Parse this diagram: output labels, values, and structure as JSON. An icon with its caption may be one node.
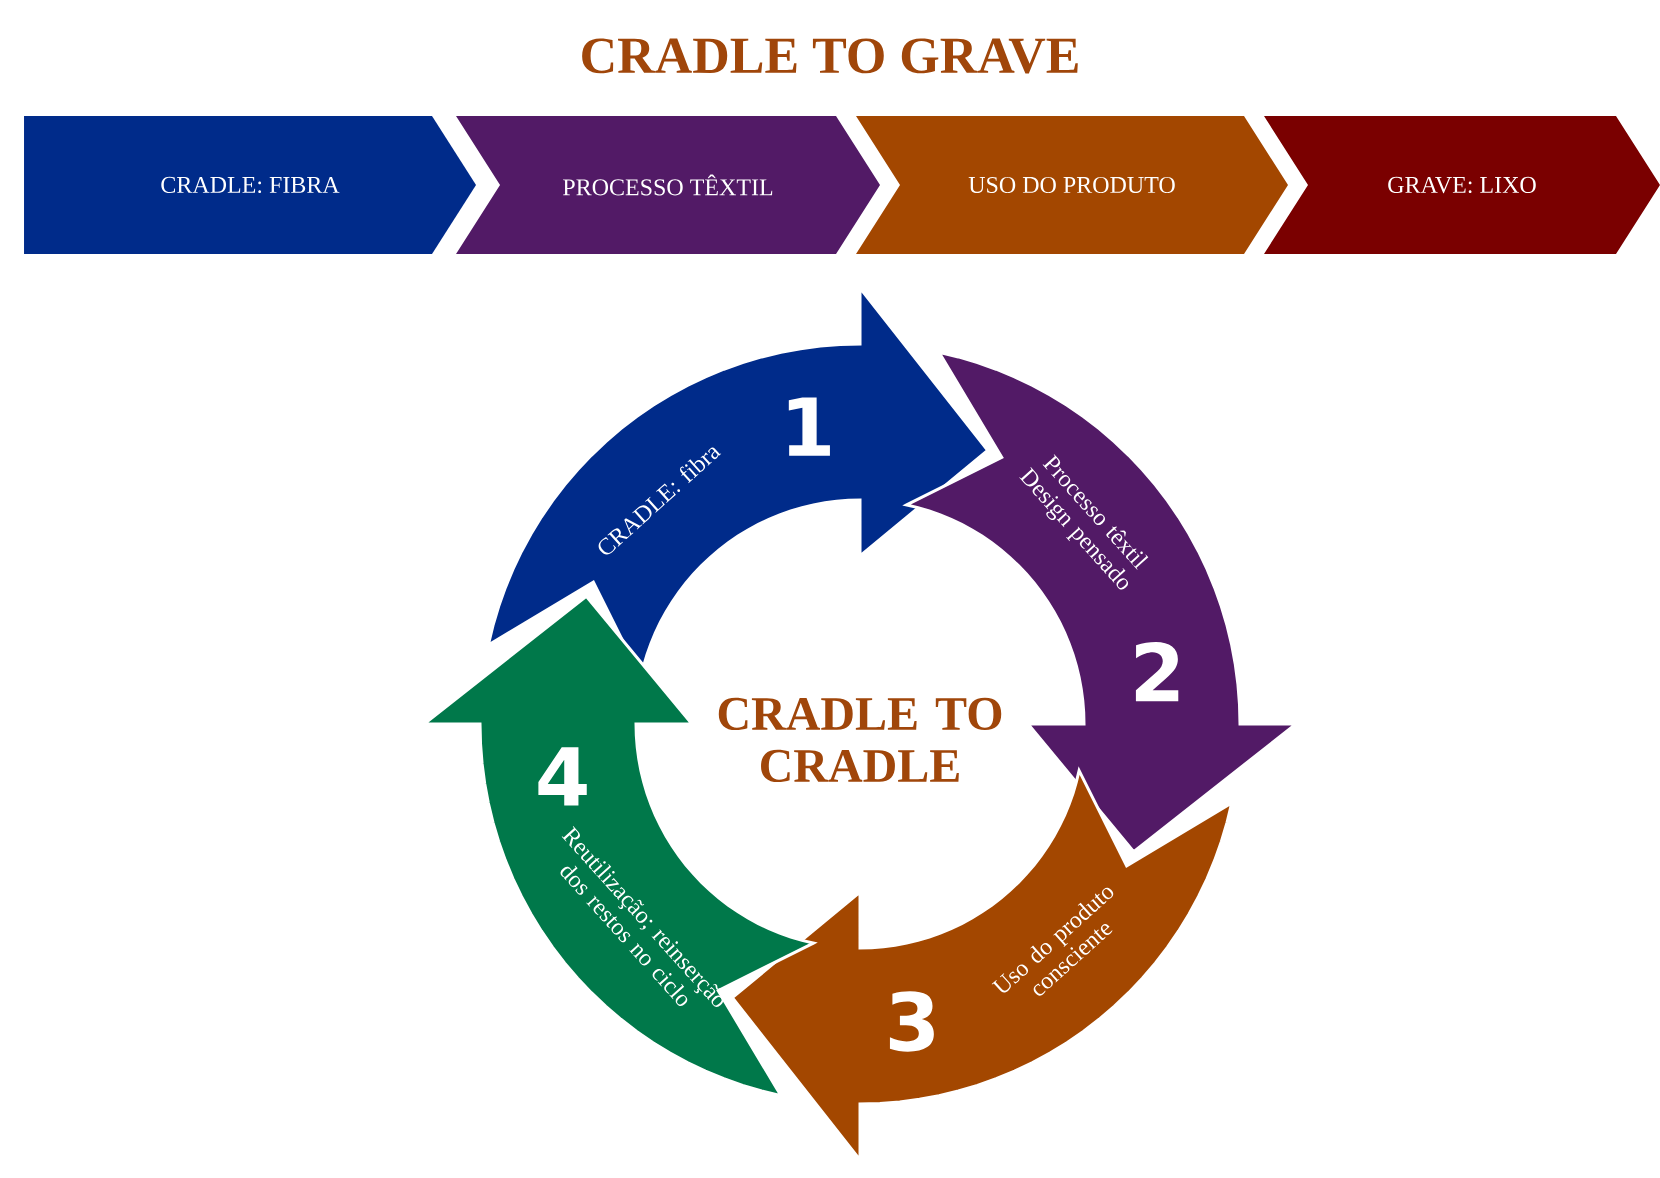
{
  "diagram": {
    "title": "CRADLE TO GRAVE",
    "nodes": [
      {
        "text": [
          "CRADLE: FIBRA"
        ]
      },
      {
        "text": [
          "PROCESSO TÊXTIL"
        ]
      },
      {
        "text": [
          "USO DO PRODUTO"
        ]
      },
      {
        "text": [
          "GRAVE: LIXO"
        ]
      },
      {
        "text": [
          "1",
          "CRADLE: fibra"
        ]
      },
      {
        "text": [
          "2",
          "Processo têxtil Design pensado"
        ]
      },
      {
        "text": [
          "3",
          "Uso do produto consciente"
        ]
      },
      {
        "text": [
          "4",
          "Reutilização; reinserção dos restos no ciclo"
        ]
      }
    ],
    "labels": [
      "CRADLE TO CRADLE"
    ]
  }
}
